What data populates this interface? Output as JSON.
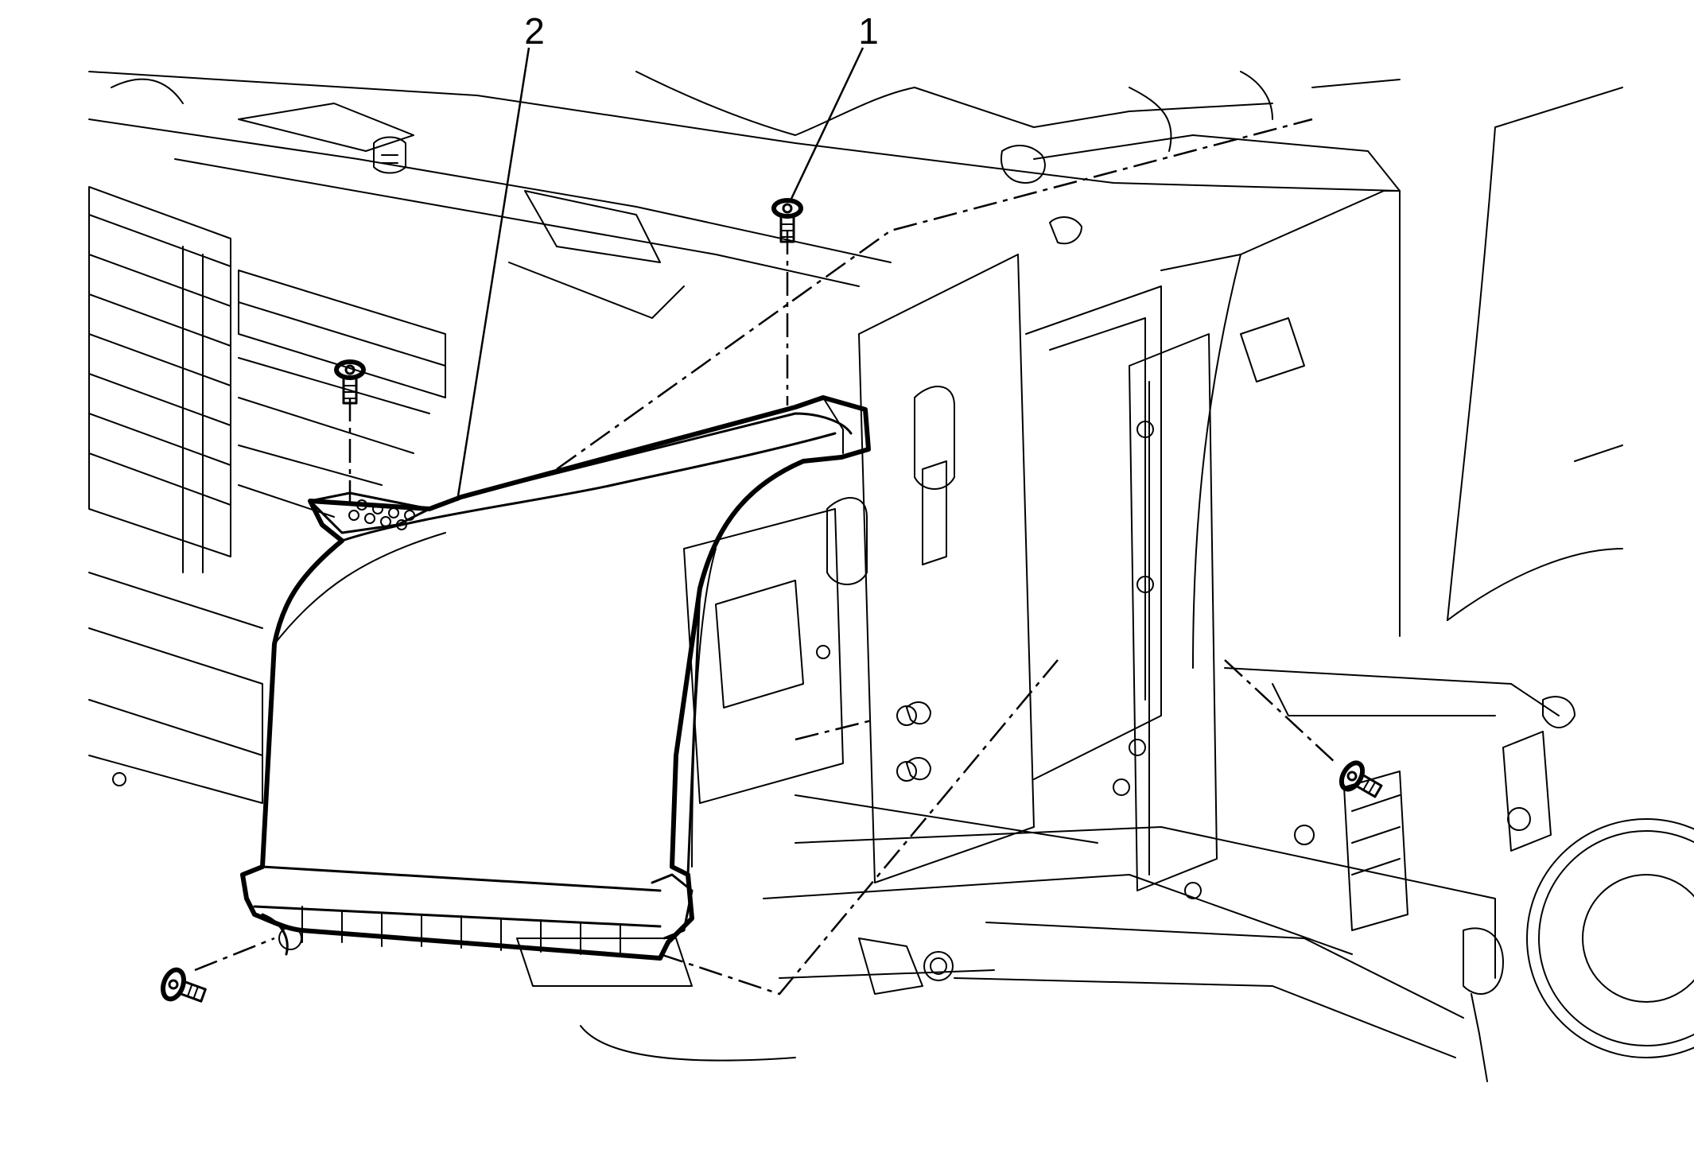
{
  "callouts": [
    {
      "id": "1",
      "label": "1"
    },
    {
      "id": "2",
      "label": "2"
    }
  ],
  "icons": {
    "fastener": "bolt-icon",
    "component": "fascia-bracket-icon"
  },
  "colors": {
    "line": "#000000",
    "background": "#ffffff"
  }
}
